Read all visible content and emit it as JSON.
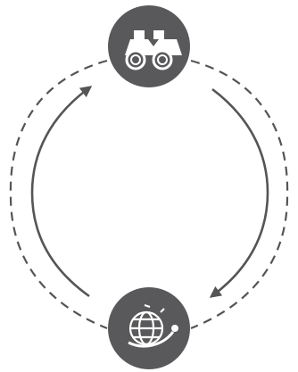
{
  "diagram": {
    "type": "cycle",
    "colors": {
      "background": "#ffffff",
      "stroke": "#555555",
      "node_fill": "#59595b",
      "icon": "#ffffff"
    },
    "nodes": [
      {
        "id": "top-node",
        "icon": "binoculars-icon"
      },
      {
        "id": "bottom-node",
        "icon": "globe-icon"
      }
    ],
    "connectors": [
      {
        "style": "dashed",
        "side": "left"
      },
      {
        "style": "dashed",
        "side": "right"
      },
      {
        "style": "solid-arrow",
        "side": "left",
        "direction": "up"
      },
      {
        "style": "solid-arrow",
        "side": "right",
        "direction": "down"
      }
    ]
  }
}
